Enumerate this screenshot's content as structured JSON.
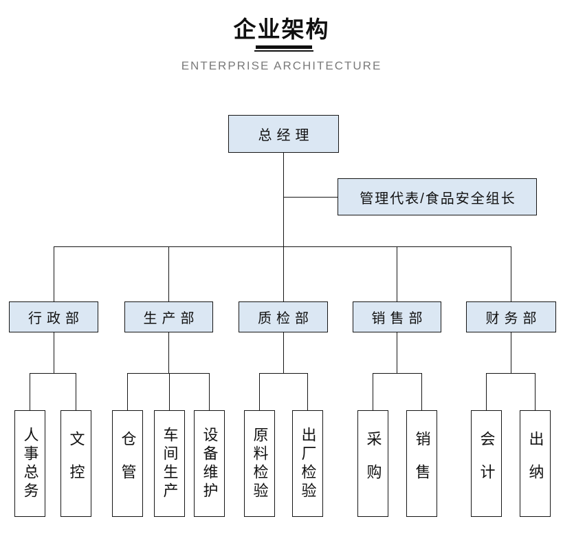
{
  "page": {
    "title": "企业架构",
    "subtitle": "ENTERPRISE ARCHITECTURE"
  },
  "colors": {
    "page_bg": "#ffffff",
    "box_fill": "#dbe7f3",
    "line": "#141414",
    "title_text": "#0f0f0f",
    "subtitle_text": "#7a7a7a"
  },
  "org": {
    "root": {
      "label": "总经理"
    },
    "staff": {
      "label": "管理代表/食品安全组长"
    },
    "departments": [
      {
        "label": "行政部",
        "children": [
          {
            "label": "人事总务"
          },
          {
            "label": "文控"
          }
        ]
      },
      {
        "label": "生产部",
        "children": [
          {
            "label": "仓管"
          },
          {
            "label": "车间生产"
          },
          {
            "label": "设备维护"
          }
        ]
      },
      {
        "label": "质检部",
        "children": [
          {
            "label": "原料检验"
          },
          {
            "label": "出厂检验"
          }
        ]
      },
      {
        "label": "销售部",
        "children": [
          {
            "label": "采购"
          },
          {
            "label": "销售"
          }
        ]
      },
      {
        "label": "财务部",
        "children": [
          {
            "label": "会计"
          },
          {
            "label": "出纳"
          }
        ]
      }
    ]
  }
}
